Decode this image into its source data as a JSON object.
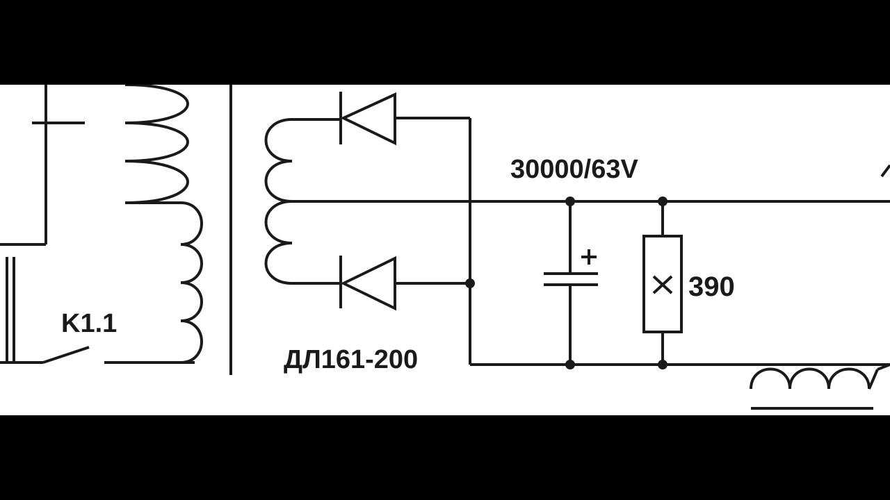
{
  "colors": {
    "ink": "#1a1a1a",
    "paper": "#ffffff",
    "letterbox": "#000000"
  },
  "labels": {
    "relay_contact": "K1.1",
    "diode": "ДЛ161-200",
    "capacitor": "30000/63V",
    "resistor": "390"
  }
}
